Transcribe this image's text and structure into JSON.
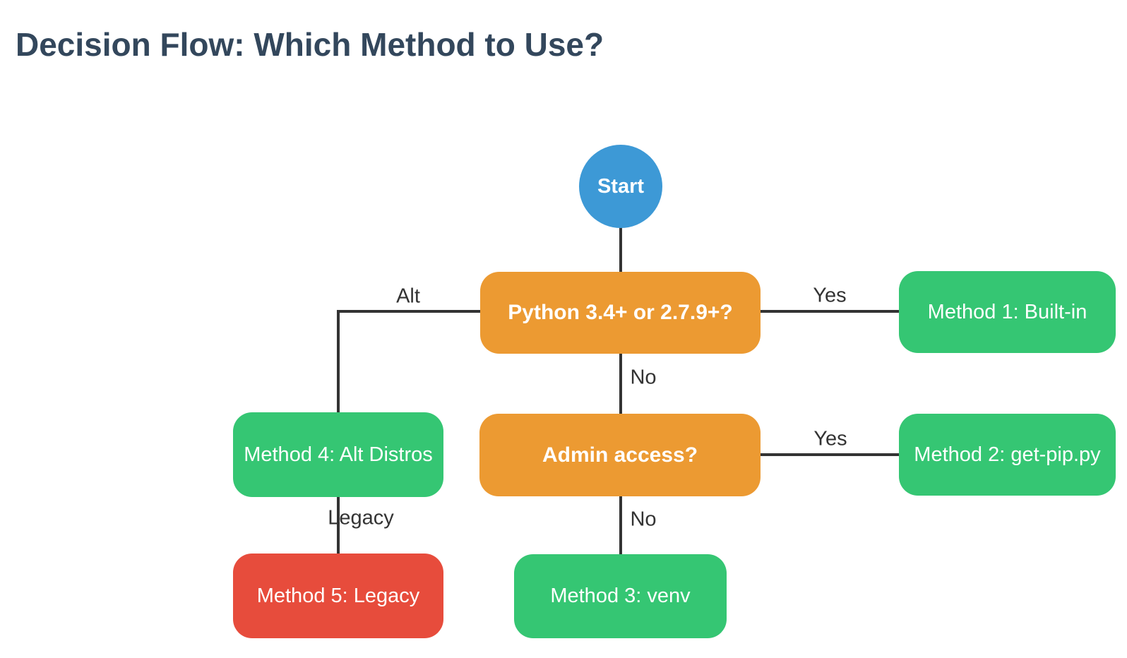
{
  "title": "Decision Flow: Which Method to Use?",
  "colors": {
    "background": "#ffffff",
    "title_text": "#33475c",
    "start_fill": "#3d99d6",
    "decision_fill": "#ec9a32",
    "method_fill": "#35c673",
    "legacy_fill": "#e74c3c",
    "node_text": "#ffffff",
    "edge_line": "#333333",
    "edge_label_text": "#333333"
  },
  "flowchart": {
    "nodes": [
      {
        "id": "start",
        "type": "start",
        "label": "Start"
      },
      {
        "id": "q_python",
        "type": "decision",
        "label": "Python 3.4+ or 2.7.9+?"
      },
      {
        "id": "method1",
        "type": "method",
        "label": "Method 1: Built-in"
      },
      {
        "id": "q_admin",
        "type": "decision",
        "label": "Admin access?"
      },
      {
        "id": "method2",
        "type": "method",
        "label": "Method 2: get-pip.py"
      },
      {
        "id": "method4",
        "type": "method",
        "label": "Method 4: Alt Distros"
      },
      {
        "id": "method5",
        "type": "legacy",
        "label": "Method 5: Legacy"
      },
      {
        "id": "method3",
        "type": "method",
        "label": "Method 3: venv"
      }
    ],
    "edges": [
      {
        "from": "start",
        "to": "q_python",
        "label": ""
      },
      {
        "from": "q_python",
        "to": "method1",
        "label": "Yes"
      },
      {
        "from": "q_python",
        "to": "method4",
        "label": "Alt"
      },
      {
        "from": "q_python",
        "to": "q_admin",
        "label": "No"
      },
      {
        "from": "q_admin",
        "to": "method2",
        "label": "Yes"
      },
      {
        "from": "q_admin",
        "to": "method3",
        "label": "No"
      },
      {
        "from": "method4",
        "to": "method5",
        "label": "Legacy"
      }
    ]
  }
}
